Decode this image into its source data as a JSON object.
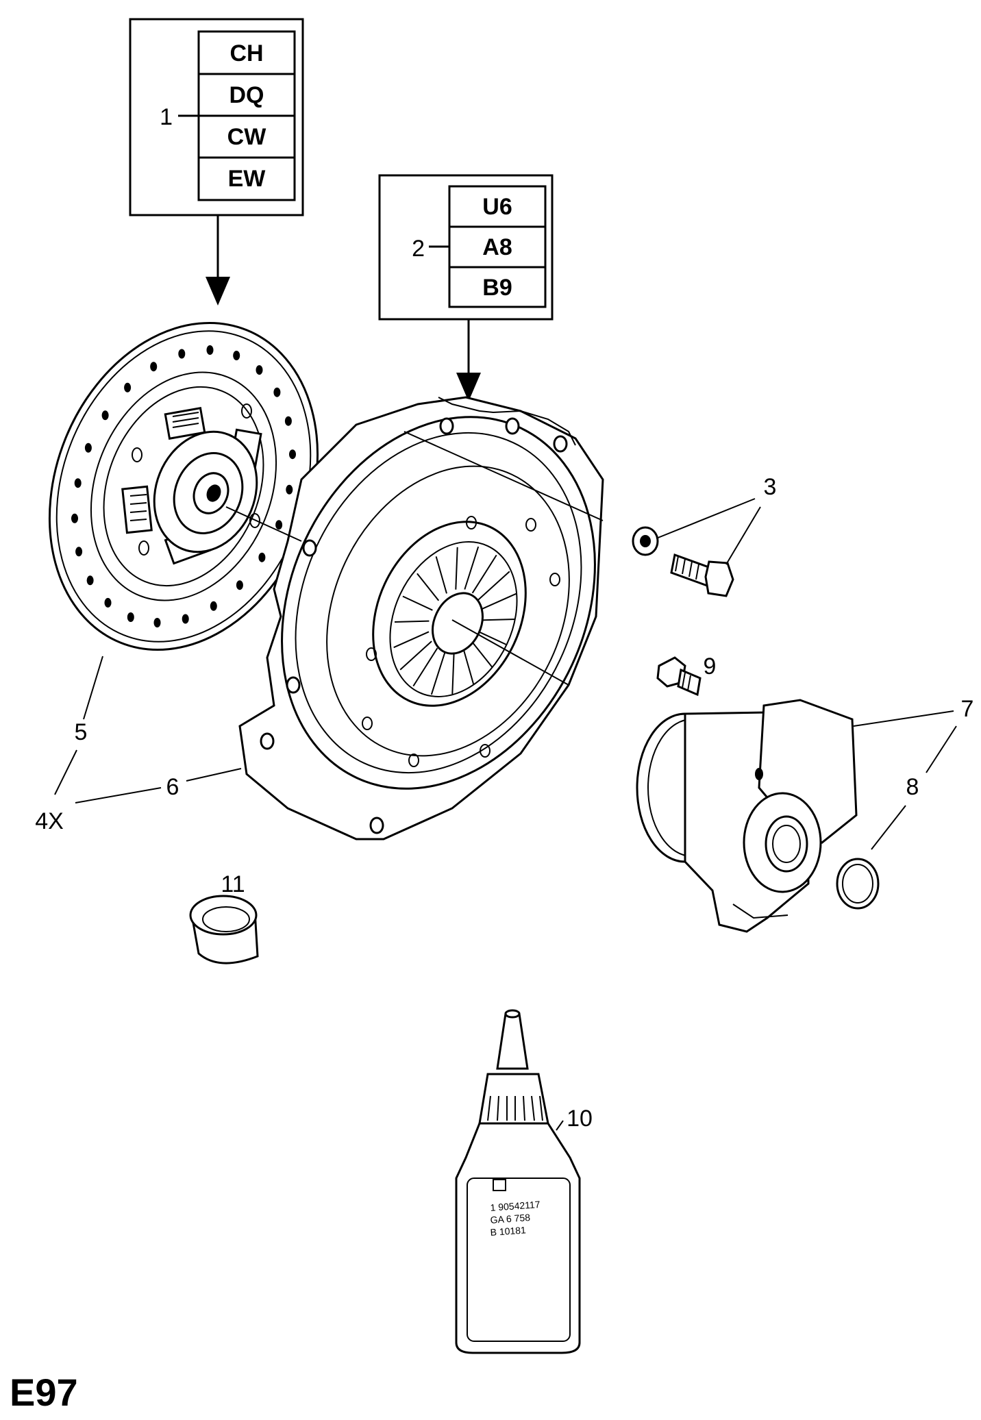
{
  "code_box_1": {
    "callout": "1",
    "codes": [
      "CH",
      "DQ",
      "CW",
      "EW"
    ]
  },
  "code_box_2": {
    "callout": "2",
    "codes": [
      "U6",
      "A8",
      "B9"
    ]
  },
  "callouts": {
    "c3": "3",
    "c4": "4X",
    "c5": "5",
    "c6": "6",
    "c7": "7",
    "c8": "8",
    "c9": "9",
    "c10": "10",
    "c11": "11"
  },
  "bottle_label": [
    "1 90542117",
    "GA 6 758",
    "B 10181"
  ],
  "page_code": "E97"
}
